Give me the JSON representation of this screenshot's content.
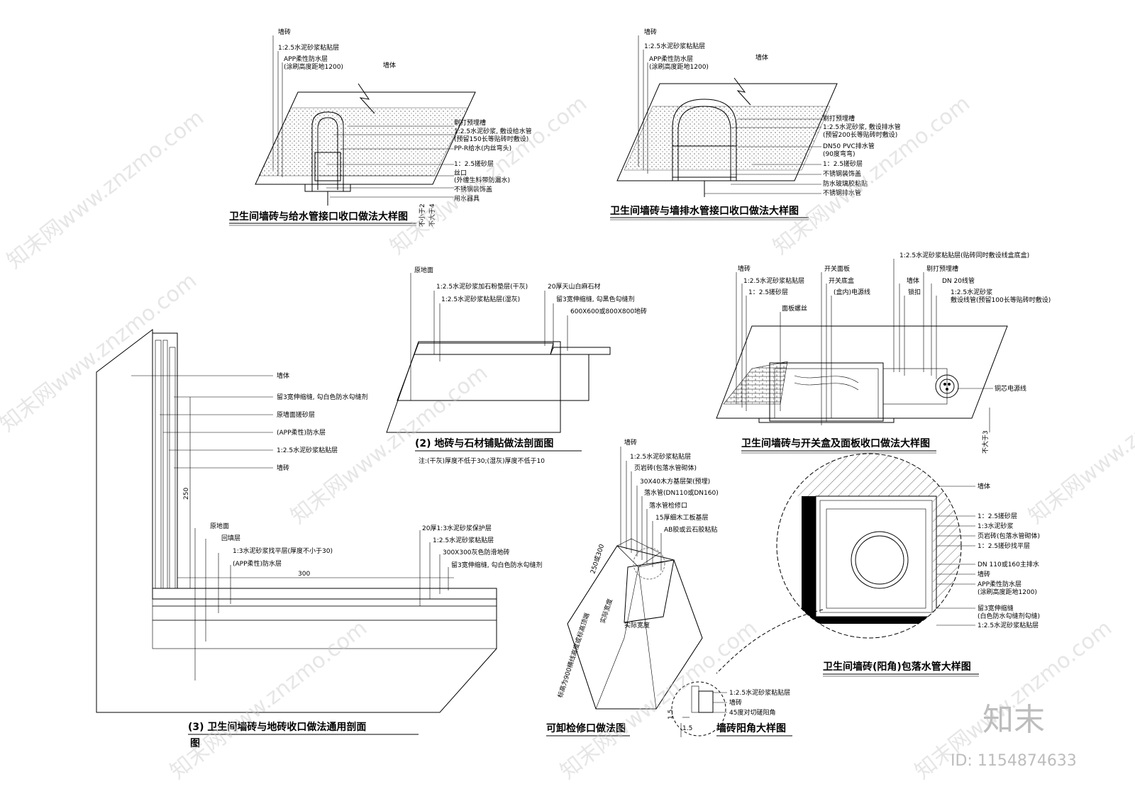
{
  "d1": {
    "title": "卫生间墙砖与给水管接口收口做法大样图",
    "labels": [
      "墙砖",
      "1:2.5水泥砂浆粘贴层",
      "APP柔性防水层",
      "(涂刷高度距地1200)",
      "墙体",
      "剔打预埋槽",
      "1:2.5水泥砂浆, 敷设给水管",
      "(预留150长等贴砖时敷设)",
      "PP-R给水(内丝弯头)",
      "1：2.5搓砂层",
      "丝口",
      "(外缠生料带防漏水)",
      "不锈钢装饰盖",
      "用水器具"
    ],
    "dims": [
      "不小于2",
      "不大于4"
    ]
  },
  "d2": {
    "title": "卫生间墙砖与墙排水管接口收口做法大样图",
    "labels": [
      "墙砖",
      "1:2.5水泥砂浆粘贴层",
      "APP柔性防水层",
      "(涂刷高度距地1200)",
      "墙体",
      "剔打预埋槽",
      "1:2.5水泥砂浆, 敷设排水管",
      "(预留200长等贴砖时敷设)",
      "DN50 PVC排水管",
      "(90度弯弯)",
      "1：2.5搓砂层",
      "不锈钢装饰盖",
      "防水玻璃胶粘贴",
      "不锈钢排水管"
    ]
  },
  "d3": {
    "title": "(2) 地砖与石材铺贴做法剖面图",
    "note": "注:(干灰)厚度不低于30;(湿灰)厚度不低于10",
    "labels": [
      "原地面",
      "1:2.5水泥砂浆加石粉垫层(干灰)",
      "1:2.5水泥砂浆粘贴层(湿灰)",
      "20厚天山白麻石材",
      "留3宽伸缩缝, 勾黑色勾缝剂",
      "600X600或800X800地砖"
    ]
  },
  "d4": {
    "title": "卫生间墙砖与开关盒及面板收口做法大样图",
    "labels": [
      "墙砖",
      "1:2.5水泥砂浆粘贴层",
      "1：2.5搓砂层",
      "面板螺丝",
      "开关面板",
      "开关底盒",
      "(盒内)电源线",
      "墙体",
      "锁扣",
      "1:2.5水泥砂浆粘贴层(贴砖同时敷设线盒底盒)",
      "剔打预埋槽",
      "DN 20线管",
      "1:2.5水泥砂浆",
      "敷设线管(预留100长等贴砖时敷设)",
      "铜芯电源线"
    ],
    "dims": [
      "不大于3"
    ]
  },
  "d5": {
    "title": "(3) 卫生间墙砖与地砖收口做法通用剖面",
    "title2": "图",
    "labels_wall": [
      "墙体",
      "留3宽伸缩缝, 勾白色防水勾缝剂",
      "原墙面搓砂层",
      "(APP柔性)防水层",
      "1:2.5水泥砂浆粘贴层",
      "墙砖"
    ],
    "labels_floor": [
      "原地面",
      "回填层",
      "1:3水泥砂浆找平层(厚度不小于30)",
      "(APP柔性)防水层"
    ],
    "labels_floor_r": [
      "20厚1:3水泥砂浆保护层",
      "1:2.5水泥砂浆粘贴层",
      "300X300灰色防滑地砖",
      "留3宽伸缩缝, 勾白色防水勾缝剂"
    ],
    "dims": [
      "250",
      "300"
    ]
  },
  "d6": {
    "title": "可卸检修口做法图",
    "labels": [
      "墙砖",
      "1:2.5水泥砂浆粘贴层",
      "页岩砖(包落水管砌体)",
      "30X40木方基层架(预埋)",
      "落水管(DN110或DN160)",
      "落水管检修口",
      "15厚细木工板基层",
      "AB胶或云石胶粘贴"
    ],
    "dims": [
      "250或300",
      "实际宽度",
      "实际宽度",
      "标高为900横线高度或标高顶端"
    ]
  },
  "d7": {
    "title": "卫生间墙砖(阳角)包落水管大样图",
    "labels": [
      "墙体",
      "1：2.5搓砂层",
      "1:3水泥砂浆",
      "页岩砖(包落水管砌体)",
      "1：2.5搓砂找平层",
      "DN 110或160主排水",
      "墙砖",
      "APP柔性防水层",
      "(涂刷高度距地1200)",
      "留3宽伸缩缝",
      "(白色防水勾缝剂勾缝)",
      "1:2.5水泥砂浆粘贴层"
    ]
  },
  "d8": {
    "title": "墙砖阳角大样图",
    "labels": [
      "1:2.5水泥砂浆粘贴层",
      "墙砖",
      "45度对切磋阳角"
    ],
    "dims": [
      "1.5",
      "1.5"
    ]
  },
  "watermark": {
    "site": "知末网www.znzmo.com",
    "brand": "知末",
    "id": "ID: 1154874633"
  }
}
